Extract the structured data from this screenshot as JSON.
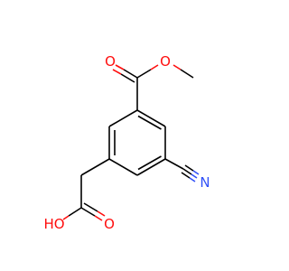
{
  "molecule": {
    "labels": {
      "ester_carbonyl_o": "O",
      "ester_o": "O",
      "nitrile_n": "N",
      "acid_carbonyl_o": "O",
      "acid_oh": "HO"
    },
    "colors": {
      "bond": "#000000",
      "oxygen": "#ff0d0d",
      "nitrogen": "#3050f8"
    }
  }
}
